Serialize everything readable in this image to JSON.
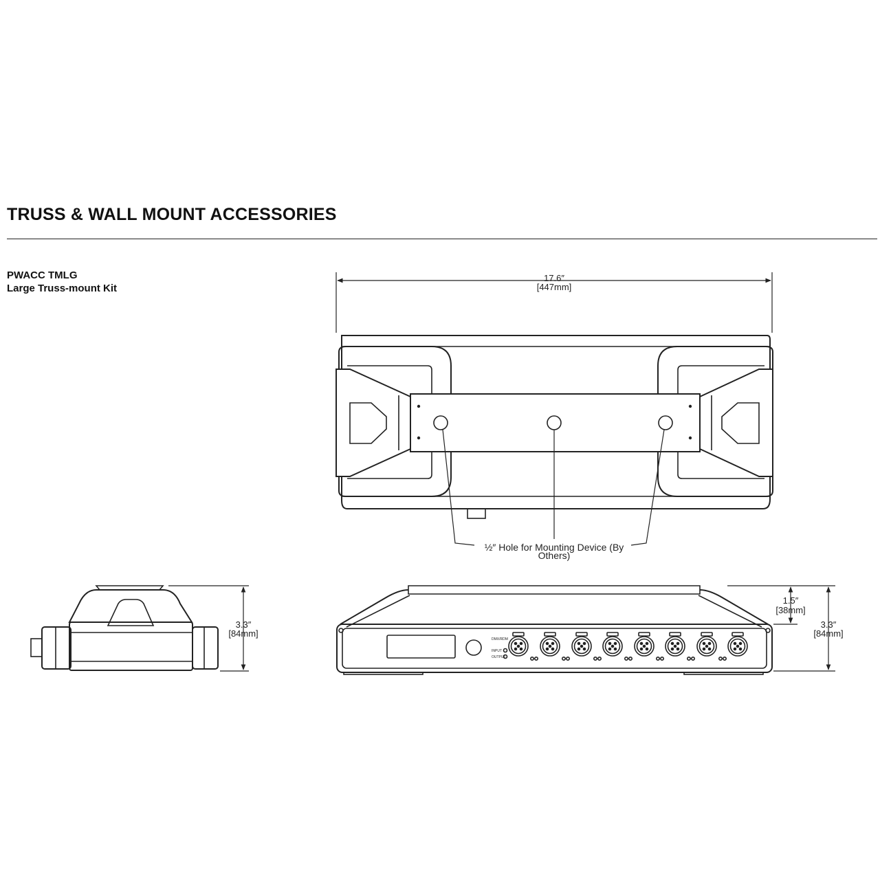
{
  "section": {
    "title": "TRUSS & WALL MOUNT ACCESSORIES"
  },
  "product": {
    "code": "PWACC TMLG",
    "name": "Large Truss-mount Kit"
  },
  "top_view": {
    "width_in": "17.6″",
    "width_mm": "[447mm]",
    "hole_label_line1": "½″ Hole for Mounting Device (By",
    "hole_label_line2": "Others)"
  },
  "side_view": {
    "height_in": "3.3″",
    "height_mm": "[84mm]"
  },
  "front_view": {
    "bracket_height_in": "1.5″",
    "bracket_height_mm": "[38mm]",
    "height_in": "3.3″",
    "height_mm": "[84mm]",
    "panel_text_1": "DMX/RDM",
    "panel_text_2": "INPUT",
    "panel_text_3": "OUTPUT"
  }
}
